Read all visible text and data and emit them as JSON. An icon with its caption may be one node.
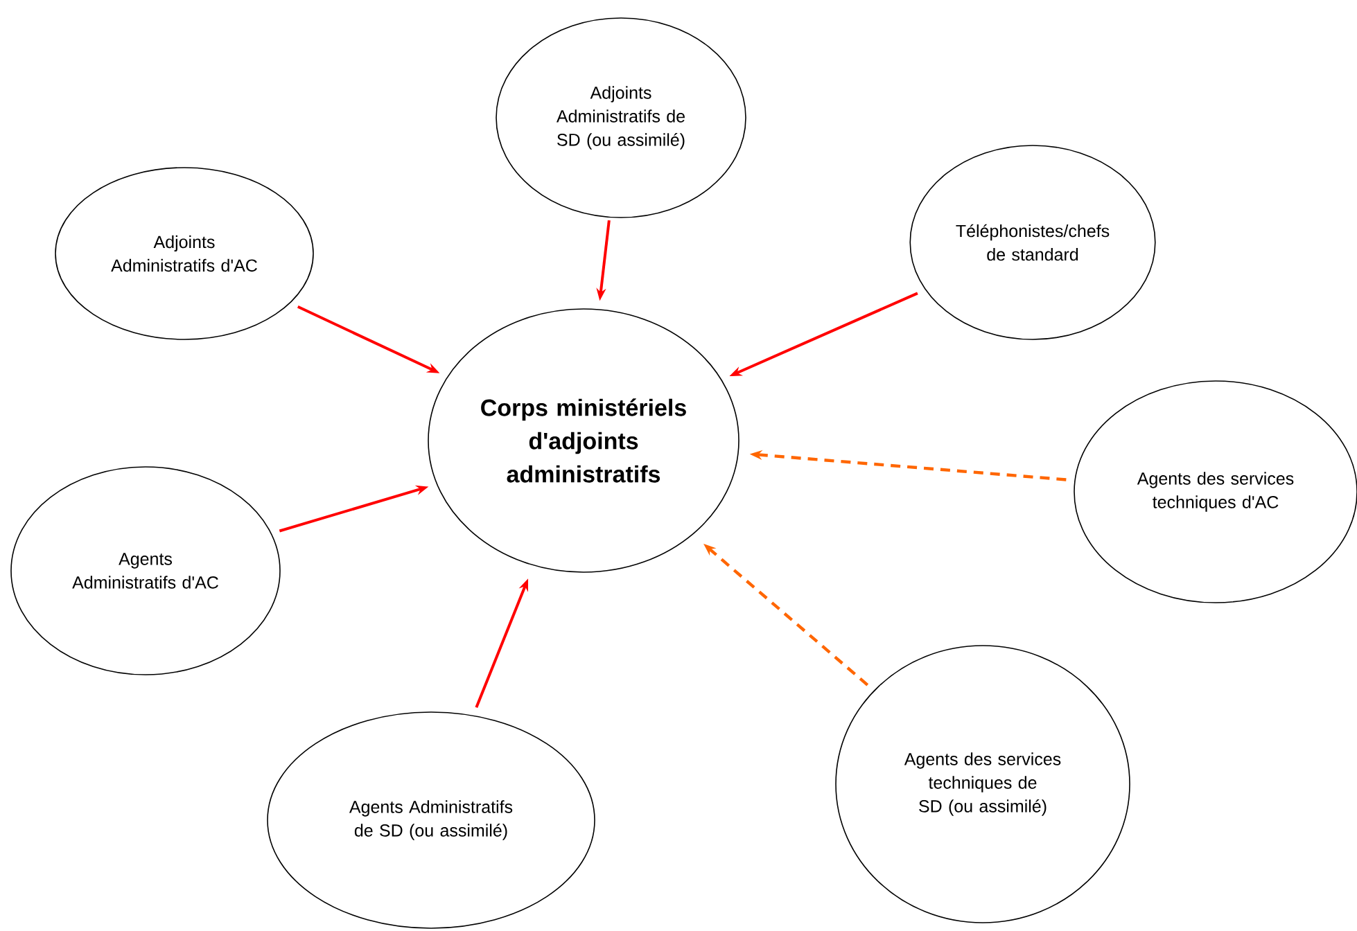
{
  "diagram": {
    "nodes": [
      {
        "text": [
          "Corps ministériels d'adjoints administratifs"
        ]
      },
      {
        "text": [
          "Adjoints Administratifs de SD (ou assimilé)"
        ]
      },
      {
        "text": [
          "Adjoints Administratifs d'AC"
        ]
      },
      {
        "text": [
          "Téléphonistes/chefs de standard"
        ]
      },
      {
        "text": [
          "Agents des services techniques d'AC"
        ]
      },
      {
        "text": [
          "Agents Administratifs d'AC"
        ]
      },
      {
        "text": [
          "Agents Administratifs de SD (ou assimilé)"
        ]
      },
      {
        "text": [
          "Agents des services techniques de SD (ou assimilé)"
        ]
      }
    ],
    "edges": [
      {
        "from": 1,
        "to": 0,
        "arrow": "to"
      },
      {
        "from": 2,
        "to": 0,
        "arrow": "to"
      },
      {
        "from": 3,
        "to": 0,
        "arrow": "to"
      },
      {
        "from": 4,
        "to": 0,
        "arrow": "to",
        "style": "dashed",
        "color": "#ff6600"
      },
      {
        "from": 5,
        "to": 0,
        "arrow": "to"
      },
      {
        "from": 6,
        "to": 0,
        "arrow": "to"
      },
      {
        "from": 7,
        "to": 0,
        "arrow": "to",
        "style": "dashed",
        "color": "#ff6600"
      }
    ]
  }
}
